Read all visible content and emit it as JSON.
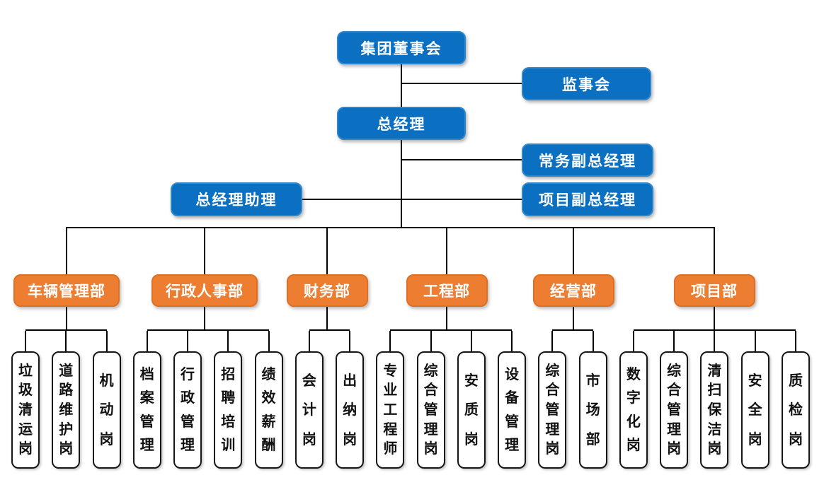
{
  "colors": {
    "executive_box": "#0B70C2",
    "department_box": "#ED7D31",
    "position_box_border": "#161616",
    "connector": "#000000"
  },
  "top": {
    "board": "集团董事会",
    "supervisory": "监事会",
    "gm": "总经理",
    "exec_vice_gm": "常务副总经理",
    "gm_assistant": "总经理助理",
    "project_vice_gm": "项目副总经理"
  },
  "departments": [
    {
      "label": "车辆管理部",
      "children": [
        "垃圾清运岗",
        "道路维护岗",
        "机动岗"
      ]
    },
    {
      "label": "行政人事部",
      "children": [
        "档案管理",
        "行政管理",
        "招聘培训",
        "绩效薪酬"
      ]
    },
    {
      "label": "财务部",
      "children": [
        "会计岗",
        "出纳岗"
      ]
    },
    {
      "label": "工程部",
      "children": [
        "专业工程师",
        "综合管理岗",
        "安质岗",
        "设备管理"
      ]
    },
    {
      "label": "经营部",
      "children": [
        "综合管理岗",
        "市场部"
      ]
    },
    {
      "label": "项目部",
      "children": [
        "数字化岗",
        "综合管理岗",
        "清扫保洁岗",
        "安全岗",
        "质检岗"
      ]
    }
  ]
}
